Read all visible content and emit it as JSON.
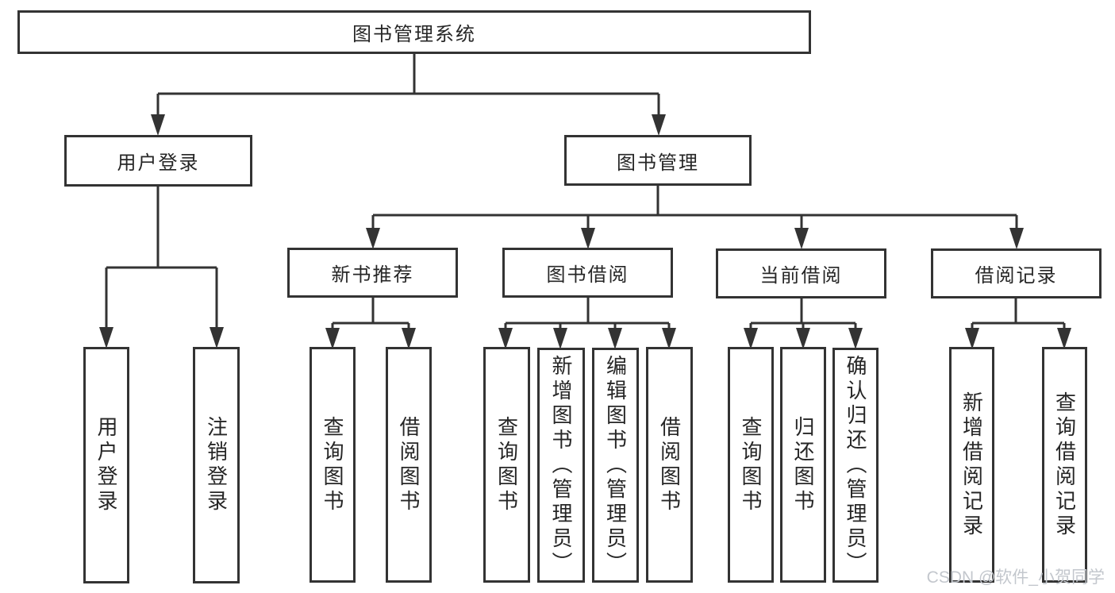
{
  "diagram": {
    "root": {
      "label": "图书管理系统"
    },
    "level2": [
      {
        "label": "用户登录"
      },
      {
        "label": "图书管理"
      }
    ],
    "level3": [
      {
        "label": "新书推荐"
      },
      {
        "label": "图书借阅"
      },
      {
        "label": "当前借阅"
      },
      {
        "label": "借阅记录"
      }
    ],
    "leaves": {
      "user": [
        {
          "label": "用户登录"
        },
        {
          "label": "注销登录"
        }
      ],
      "newbook": [
        {
          "label": "查询图书"
        },
        {
          "label": "借阅图书"
        }
      ],
      "borrow": [
        {
          "label": "查询图书"
        },
        {
          "label": "新增图书（管理员）"
        },
        {
          "label": "编辑图书（管理员）"
        },
        {
          "label": "借阅图书"
        }
      ],
      "current": [
        {
          "label": "查询图书"
        },
        {
          "label": "归还图书"
        },
        {
          "label": "确认归还（管理员）"
        }
      ],
      "records": [
        {
          "label": "新增借阅记录"
        },
        {
          "label": "查询借阅记录"
        }
      ]
    }
  },
  "watermark": {
    "text": "CSDN @软件_小贺同学"
  },
  "colors": {
    "line": "#333333",
    "text": "#262626",
    "watermark": "#c3c7cd",
    "background": "#ffffff"
  }
}
